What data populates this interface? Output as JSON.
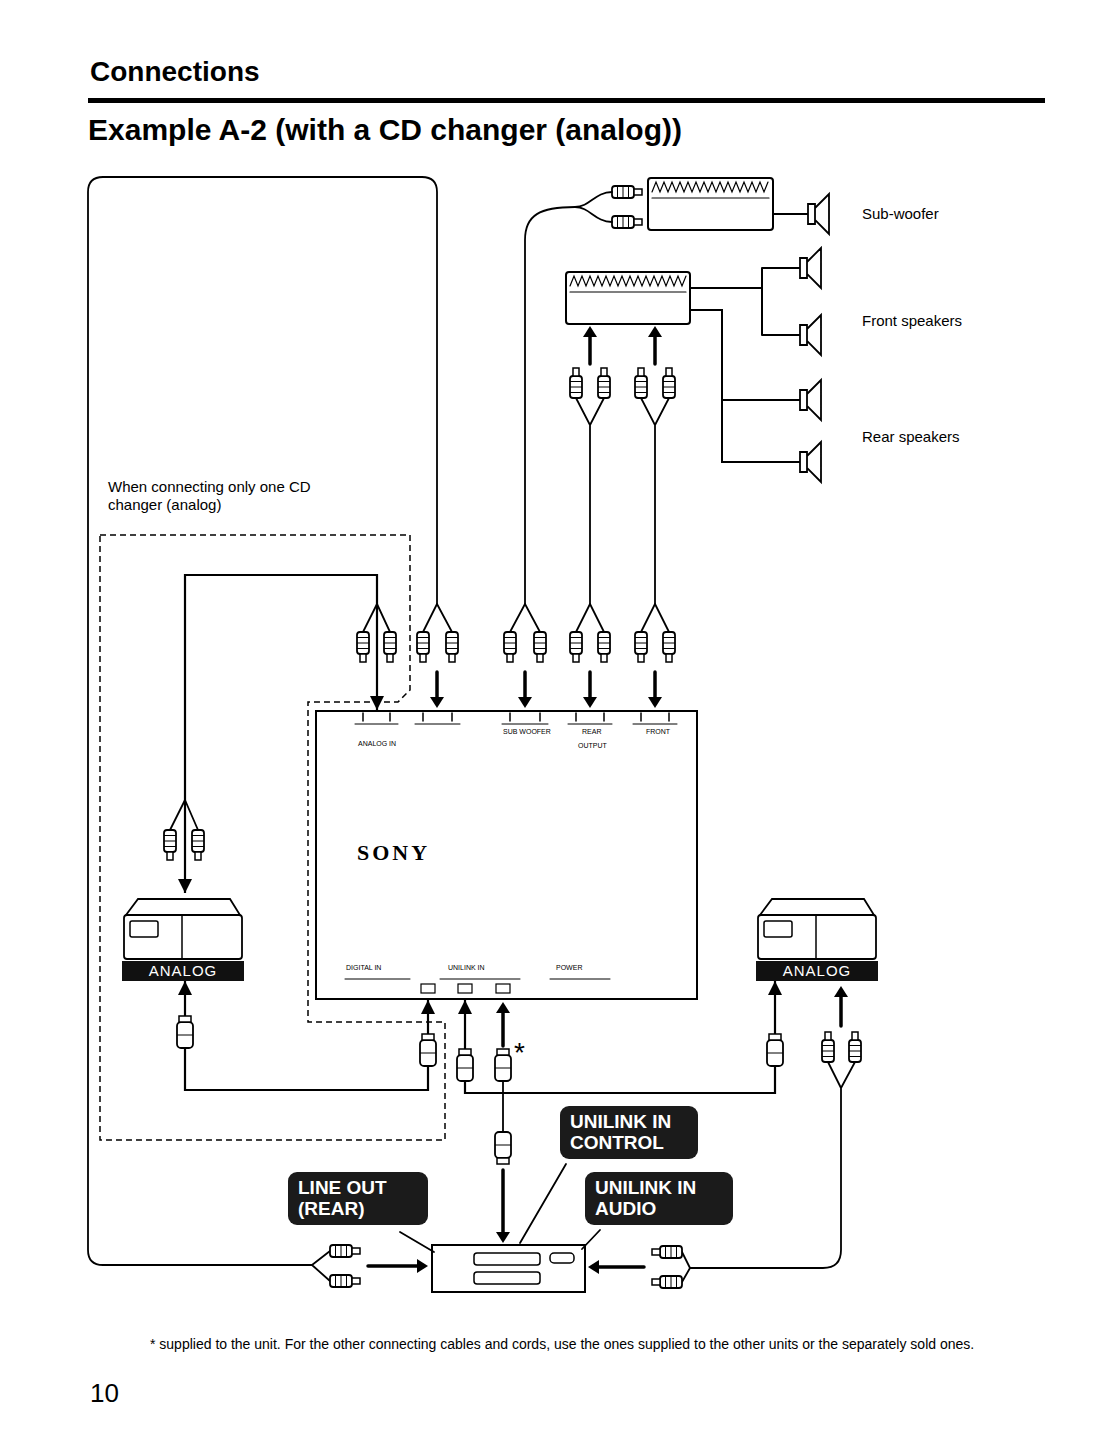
{
  "diagram": {
    "title": "Example A-2 (with a CD changer (analog))",
    "nodes": [
      {
        "text": [
          "SONY"
        ]
      },
      {
        "text": [
          "ANALOG"
        ]
      },
      {
        "text": [
          "ANALOG"
        ]
      },
      {
        "text": [
          "LINE OUT (REAR)"
        ]
      },
      {
        "text": [
          "UNILINK IN CONTROL"
        ]
      },
      {
        "text": [
          "UNILINK IN AUDIO"
        ]
      }
    ],
    "edges": [
      {
        "from": 1,
        "to": 0,
        "arrow": "both"
      },
      {
        "from": 0,
        "to": 1,
        "arrow": "both"
      },
      {
        "from": 0,
        "to": 2,
        "arrow": "both"
      }
    ],
    "labels": [
      "Connections",
      "Sub-woofer",
      "Front speakers",
      "Rear speakers",
      "When connecting only one CD changer (analog)",
      "ANALOG IN",
      "SUB WOOFER",
      "REAR",
      "FRONT",
      "OUTPUT",
      "DIGITAL IN",
      "UNILINK IN",
      "POWER",
      "*",
      "* supplied to the unit. For the other connecting cables and cords, use the ones supplied to the other units or the separately sold ones.",
      "10"
    ]
  }
}
